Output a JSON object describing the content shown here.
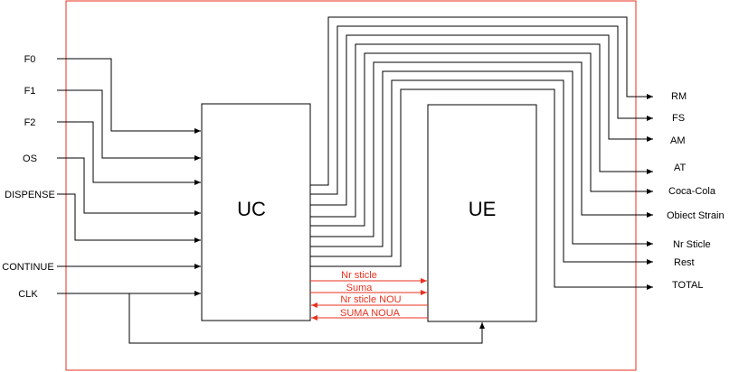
{
  "colors": {
    "frame": "#e8321f",
    "wire": "#000000",
    "signal": "#e8321f",
    "background": "#ffffff"
  },
  "blocks": {
    "uc": "UC",
    "ue": "UE"
  },
  "inputs": [
    "F0",
    "F1",
    "F2",
    "OS",
    "DISPENSE",
    "CONTINUE",
    "CLK"
  ],
  "outputs": [
    "RM",
    "FS",
    "AM",
    "AT",
    "Coca-Cola",
    "Obiect Strain",
    "Nr Sticle",
    "Rest",
    "TOTAL"
  ],
  "signals": [
    "Nr sticle",
    "Suma",
    "Nr sticle NOU",
    "SUMA NOUA"
  ]
}
